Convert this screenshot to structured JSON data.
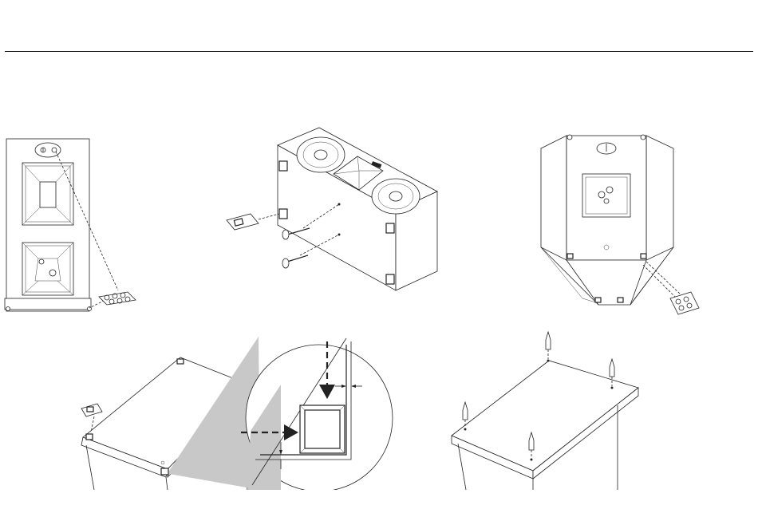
{
  "page": {
    "header_rule": true
  },
  "figures": [
    {
      "id": "tower-rear-bumpers",
      "icon": "tower-speaker-rear-icon"
    },
    {
      "id": "bookshelf-keyhole-screws",
      "icon": "bookshelf-speaker-icon"
    },
    {
      "id": "surround-rear-bumpers",
      "icon": "surround-speaker-rear-icon"
    },
    {
      "id": "tower-top-pads-zoom",
      "icon": "tower-top-pad-detail-icon"
    },
    {
      "id": "tower-top-spikes",
      "icon": "tower-spike-icon"
    }
  ],
  "colors": {
    "line": "#222222",
    "callout_fill": "#c8c8c8",
    "background": "#ffffff"
  }
}
